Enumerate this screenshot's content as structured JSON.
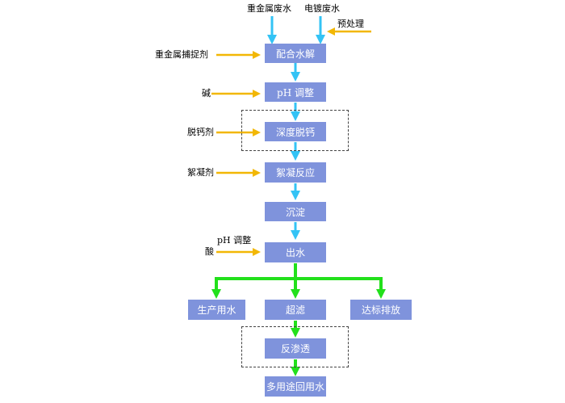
{
  "colors": {
    "box_fill": "#7f93dc",
    "box_text": "#ffffff",
    "blue_arrow": "#33c3f5",
    "yellow_arrow": "#f2b705",
    "green_arrow": "#22e01b"
  },
  "inputs": {
    "heavy_metal_wastewater": "重金属废水",
    "plating_wastewater": "电镀废水",
    "pretreatment": "预处理"
  },
  "steps": {
    "complex_hydrolysis": "配合水解",
    "ph_adjust": "pH 调整",
    "deep_decalcification": "深度脱钙",
    "flocculation": "絮凝反应",
    "sedimentation": "沉淀",
    "effluent": "出水",
    "production_water": "生产用水",
    "ultrafiltration": "超滤",
    "discharge": "达标排放",
    "reverse_osmosis": "反渗透",
    "multi_use_water": "多用途回用水"
  },
  "reagents": {
    "heavy_metal_capture": "重金属捕捉剂",
    "alkali": "碱",
    "decalcifier": "脱钙剂",
    "flocculant": "絮凝剂",
    "ph_adjust": "pH 调整",
    "acid": "酸"
  }
}
